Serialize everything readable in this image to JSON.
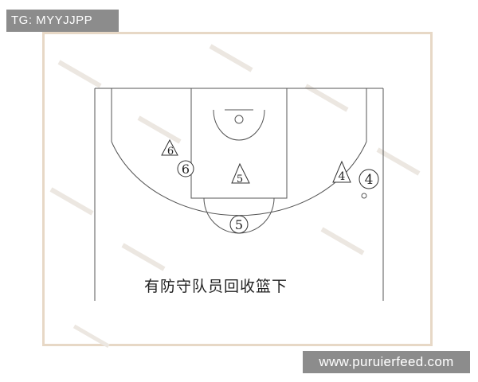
{
  "tag_label": "TG: MYYJJPP",
  "site_label": "www.puruierfeed.com",
  "caption": "有防守队员回收篮下",
  "players": {
    "p6_triangle": "6",
    "p6_circle": "6",
    "p5_triangle": "5",
    "p5_circle": "5",
    "p4_triangle": "4",
    "p4_circle": "4"
  },
  "colors": {
    "lines": "#555555",
    "frame": "#e7d8c6",
    "label_bg": "#8c8c8c"
  }
}
